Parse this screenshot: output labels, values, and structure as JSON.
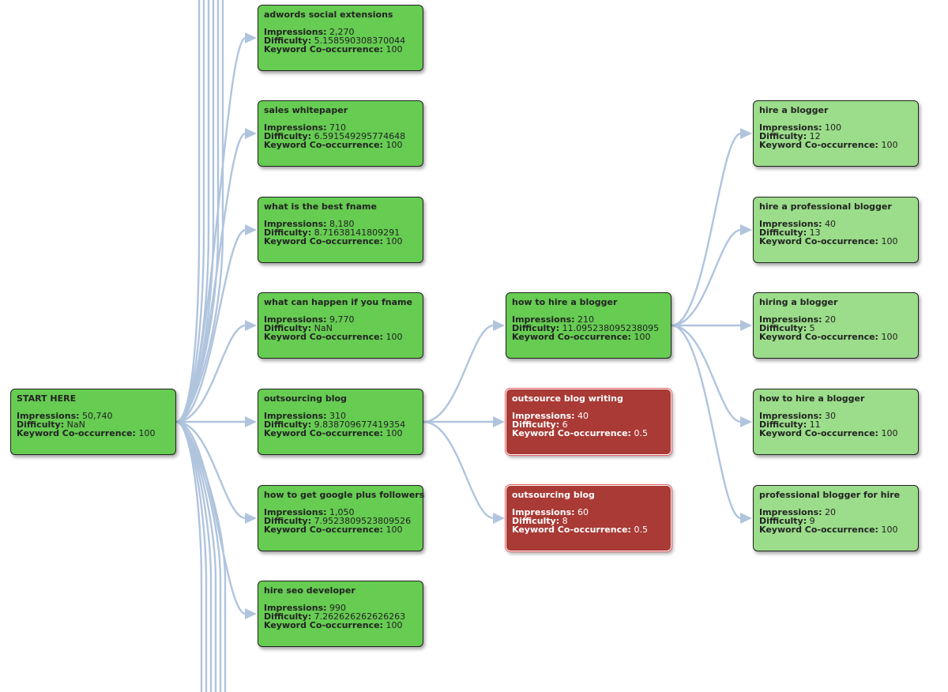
{
  "colors": {
    "node_primary": "#66cc52",
    "node_secondary": "#9bdd8a",
    "node_negative": "#a93a35",
    "edge": "#b0c4de"
  },
  "field_labels": {
    "impressions": "Impressions:",
    "difficulty": "Difficulty:",
    "cooccurrence": "Keyword Co-occurrence:"
  },
  "nodes": [
    {
      "id": "start-here",
      "title": "START HERE",
      "impressions": "50,740",
      "difficulty": "NaN",
      "cooccurrence": "100",
      "style": "dark"
    },
    {
      "id": "adwords-social-extensions",
      "title": "adwords social extensions",
      "impressions": "2,270",
      "difficulty": "5.158590308370044",
      "cooccurrence": "100",
      "style": "dark"
    },
    {
      "id": "sales-whitepaper",
      "title": "sales whitepaper",
      "impressions": "710",
      "difficulty": "6.591549295774648",
      "cooccurrence": "100",
      "style": "dark"
    },
    {
      "id": "what-is-the-best-fname",
      "title": "what is the best fname",
      "impressions": "8,180",
      "difficulty": "8.71638141809291",
      "cooccurrence": "100",
      "style": "dark"
    },
    {
      "id": "what-can-happen-if-you-fname",
      "title": "what can happen if you fname",
      "impressions": "9,770",
      "difficulty": "NaN",
      "cooccurrence": "100",
      "style": "dark"
    },
    {
      "id": "outsourcing-blog",
      "title": "outsourcing blog",
      "impressions": "310",
      "difficulty": "9.838709677419354",
      "cooccurrence": "100",
      "style": "dark"
    },
    {
      "id": "how-to-get-google-plus-followers",
      "title": "how to get google plus followers",
      "impressions": "1,050",
      "difficulty": "7.9523809523809526",
      "cooccurrence": "100",
      "style": "dark"
    },
    {
      "id": "hire-seo-developer",
      "title": "hire seo developer",
      "impressions": "990",
      "difficulty": "7.262626262626263",
      "cooccurrence": "100",
      "style": "dark"
    },
    {
      "id": "how-to-hire-a-blogger",
      "title": "how to hire a blogger",
      "impressions": "210",
      "difficulty": "11.095238095238095",
      "cooccurrence": "100",
      "style": "dark"
    },
    {
      "id": "outsource-blog-writing",
      "title": "outsource blog writing",
      "impressions": "40",
      "difficulty": "6",
      "cooccurrence": "0.5",
      "style": "red"
    },
    {
      "id": "outsourcing-blog-2",
      "title": "outsourcing blog",
      "impressions": "60",
      "difficulty": "8",
      "cooccurrence": "0.5",
      "style": "red"
    },
    {
      "id": "hire-a-blogger",
      "title": "hire a blogger",
      "impressions": "100",
      "difficulty": "12",
      "cooccurrence": "100",
      "style": "light"
    },
    {
      "id": "hire-a-professional-blogger",
      "title": "hire a professional blogger",
      "impressions": "40",
      "difficulty": "13",
      "cooccurrence": "100",
      "style": "light"
    },
    {
      "id": "hiring-a-blogger",
      "title": "hiring a blogger",
      "impressions": "20",
      "difficulty": "5",
      "cooccurrence": "100",
      "style": "light"
    },
    {
      "id": "how-to-hire-a-blogger-2",
      "title": "how to hire a blogger",
      "impressions": "30",
      "difficulty": "11",
      "cooccurrence": "100",
      "style": "light"
    },
    {
      "id": "professional-blogger-for-hire",
      "title": "professional blogger for hire",
      "impressions": "20",
      "difficulty": "9",
      "cooccurrence": "100",
      "style": "light"
    }
  ],
  "edges": [
    [
      "start-here",
      "adwords-social-extensions"
    ],
    [
      "start-here",
      "sales-whitepaper"
    ],
    [
      "start-here",
      "what-is-the-best-fname"
    ],
    [
      "start-here",
      "what-can-happen-if-you-fname"
    ],
    [
      "start-here",
      "outsourcing-blog"
    ],
    [
      "start-here",
      "how-to-get-google-plus-followers"
    ],
    [
      "start-here",
      "hire-seo-developer"
    ],
    [
      "outsourcing-blog",
      "how-to-hire-a-blogger"
    ],
    [
      "outsourcing-blog",
      "outsource-blog-writing"
    ],
    [
      "outsourcing-blog",
      "outsourcing-blog-2"
    ],
    [
      "how-to-hire-a-blogger",
      "hire-a-blogger"
    ],
    [
      "how-to-hire-a-blogger",
      "hire-a-professional-blogger"
    ],
    [
      "how-to-hire-a-blogger",
      "hiring-a-blogger"
    ],
    [
      "how-to-hire-a-blogger",
      "how-to-hire-a-blogger-2"
    ],
    [
      "how-to-hire-a-blogger",
      "professional-blogger-for-hire"
    ]
  ],
  "offscreen_branch_count": 12
}
